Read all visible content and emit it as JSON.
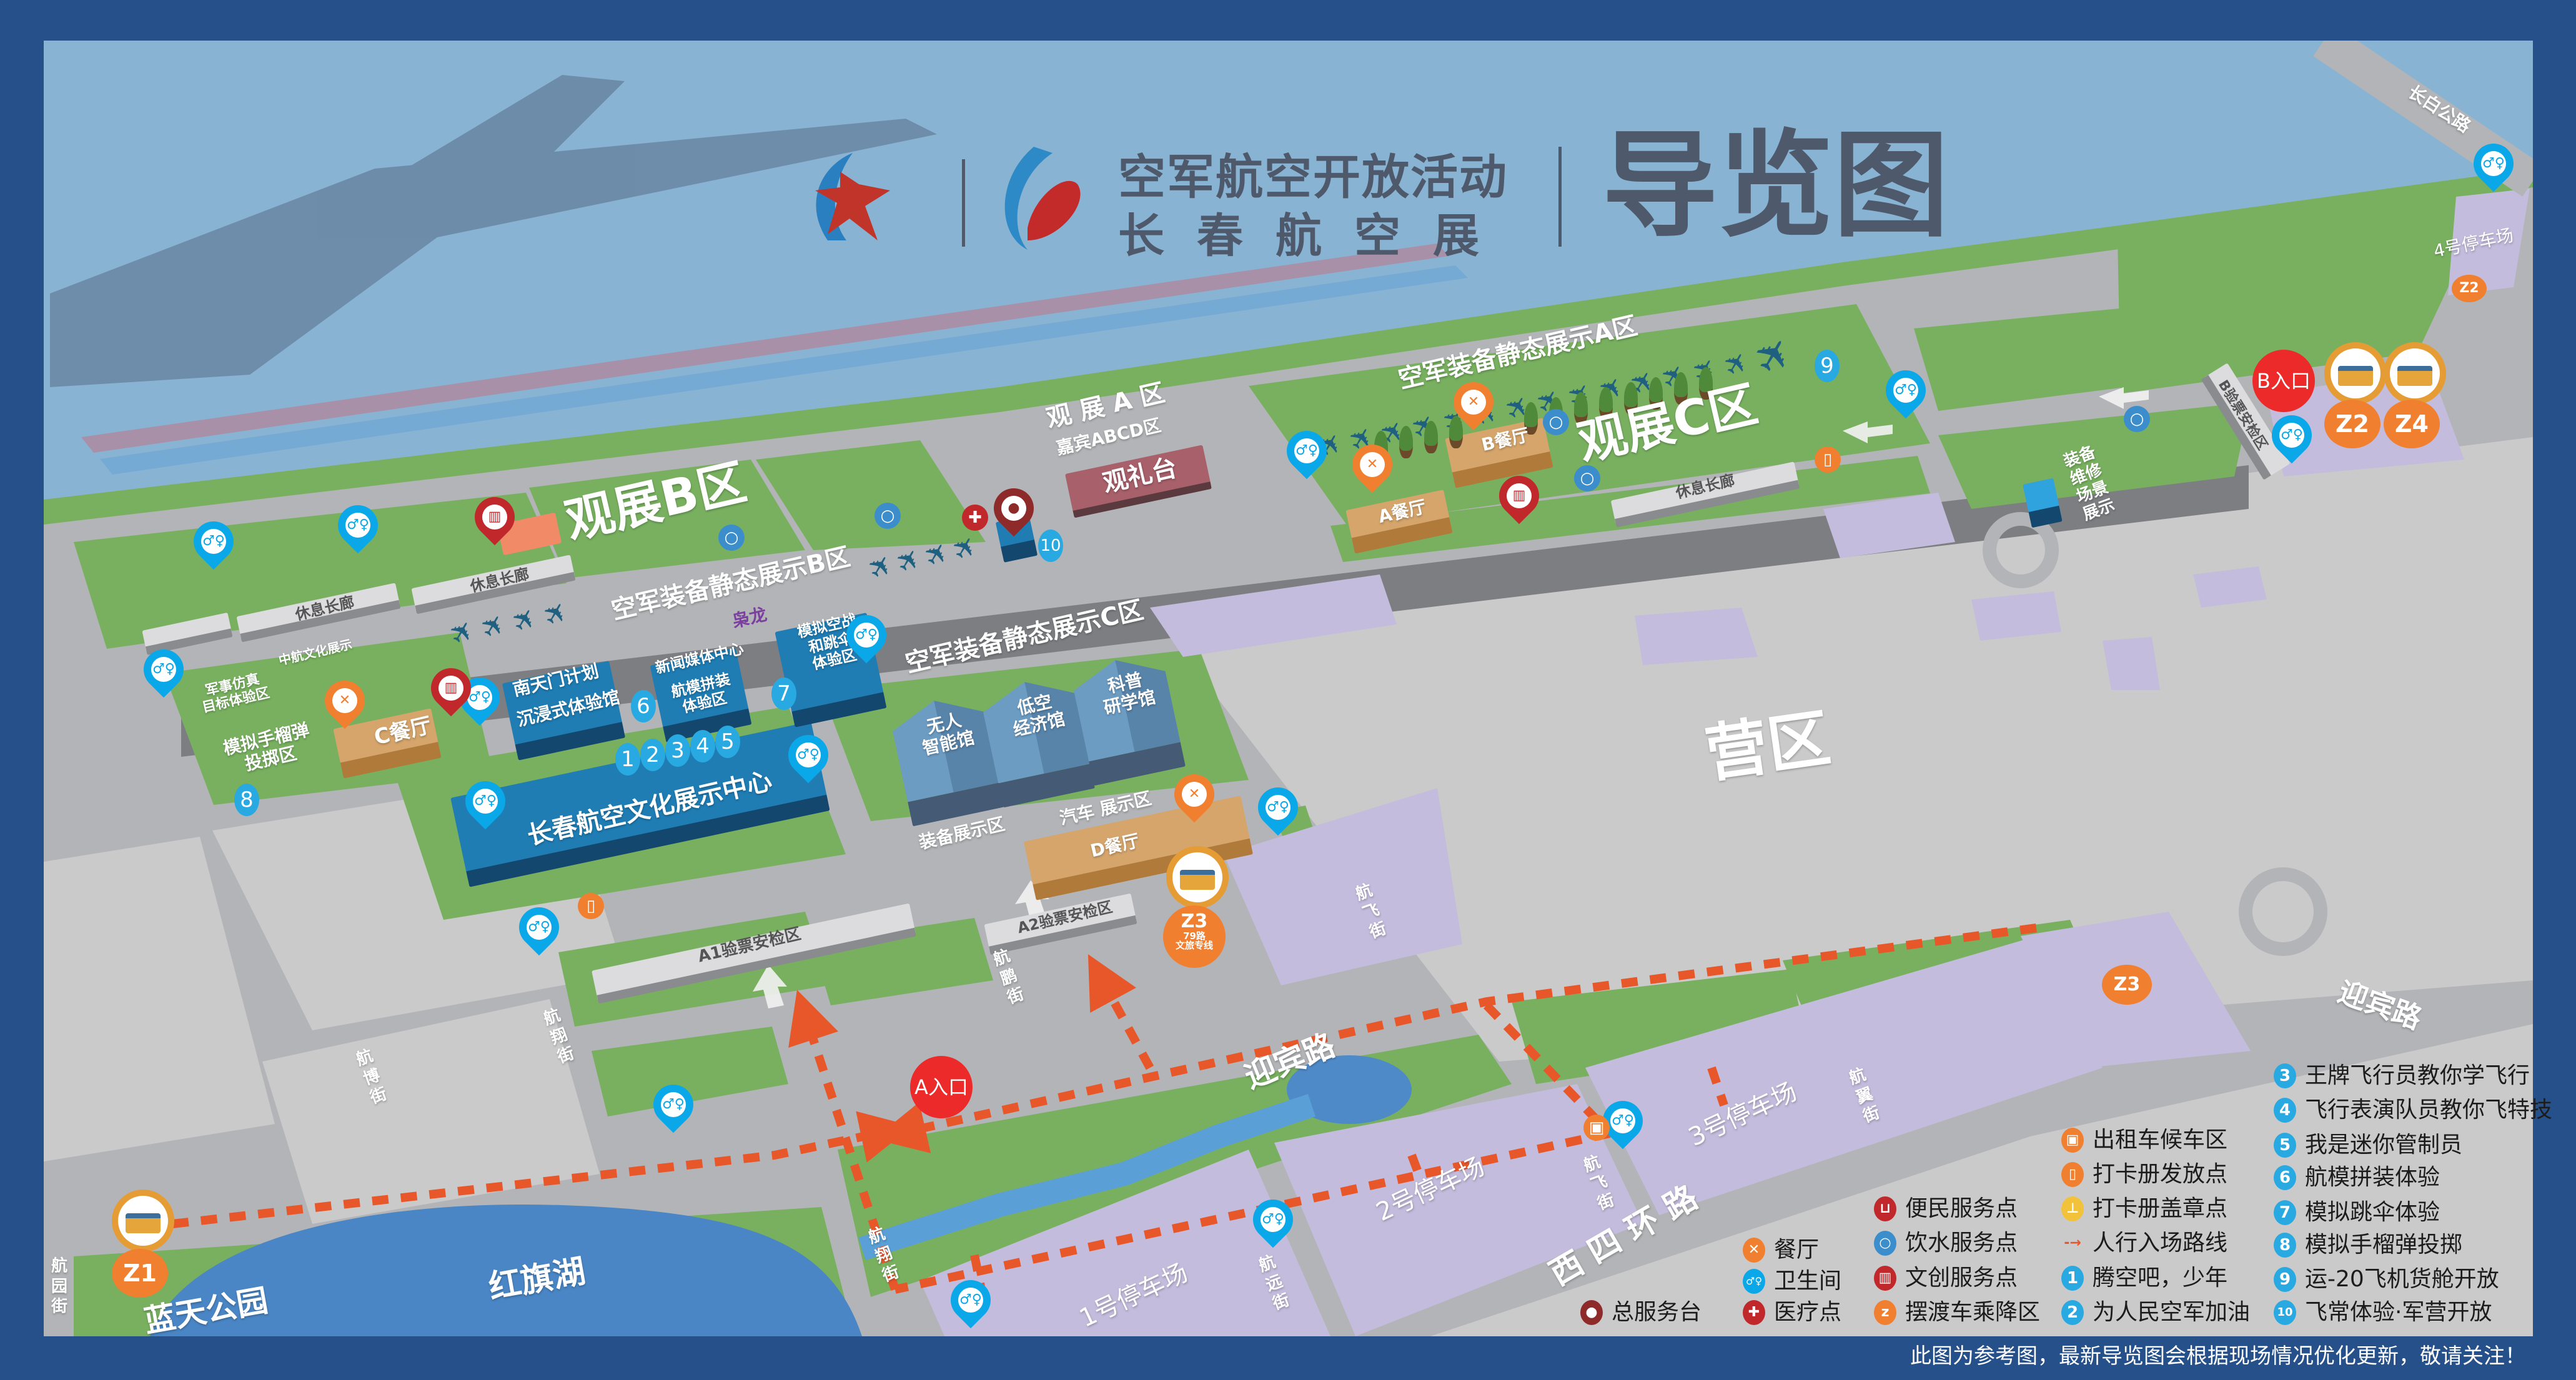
{
  "header": {
    "line1": "空军航空开放活动",
    "line2": "长春航空展",
    "title": "导览图"
  },
  "zones": {
    "view_a": "观 展 A 区",
    "vip": "嘉宾ABCD区",
    "reviewing_stand": "观礼台",
    "view_b": "观展B区",
    "view_c": "观展C区",
    "static_a": "空军装备静态展示A区",
    "static_b": "空军装备静态展示B区",
    "static_c": "空军装备静态展示C区",
    "xiaolong": "枭龙",
    "camp": "营区"
  },
  "buildings": {
    "culture_center": "长春航空文化展示中心",
    "uav": "无人\n智能馆",
    "low_altitude": "低空\n经济馆",
    "science": "科普\n研学馆",
    "nantianmen": "南天门计划",
    "immersive": "沉浸式体验馆",
    "media": "新闻媒体中心",
    "model_assembly": "航模拼装\n体验区",
    "air_combat": "模拟空战\n和跳伞\n体验区",
    "maintenance": "装备\n维修\n场景\n展示"
  },
  "facilities": {
    "rest_corridor": "休息长廊",
    "restaurant_a": "A餐厅",
    "restaurant_b": "B餐厅",
    "restaurant_c": "C餐厅",
    "restaurant_d": "D餐厅",
    "equip_display": "装备展示区",
    "car_display": "汽车 展示区",
    "checkpoint_a1": "A1验票安检区",
    "checkpoint_a2": "A2验票安检区",
    "checkpoint_b": "B验票安检区",
    "simulation_target": "军事仿真\n目标体验区",
    "avic_culture": "中航文化展示",
    "grenade": "模拟手榴弹\n投掷区"
  },
  "roads": {
    "yingbin": "迎宾路",
    "xisihuan": "西 四 环 路",
    "changbai": "长白公路",
    "hangbo": "航\n博\n街",
    "hangxiang": "航\n翔\n街",
    "hangpeng": "航\n鹏\n街",
    "hangfei": "航\n飞\n街",
    "hangyi": "航\n翼\n街",
    "hangyuan_far": "航\n远\n街",
    "hangyuan": "航\n园\n街"
  },
  "places": {
    "lake": "红旗湖",
    "park": "蓝天公园",
    "parking": [
      "1号停车场",
      "2号停车场",
      "3号停车场",
      "4号停车场"
    ]
  },
  "entrances": {
    "a": "A入口",
    "b": "B入口"
  },
  "shuttle": {
    "z1": "Z1",
    "z2": "Z2",
    "z3": "Z3",
    "z4": "Z4",
    "z3_note": "79路\n文旅专线"
  },
  "activity_markers": [
    "1",
    "2",
    "3",
    "4",
    "5",
    "6",
    "7",
    "8",
    "9",
    "10"
  ],
  "legend": {
    "service_desk": "总服务台",
    "restaurant": "餐厅",
    "restroom": "卫生间",
    "medical": "医疗点",
    "convenience": "便民服务点",
    "water": "饮水服务点",
    "cultural": "文创服务点",
    "shuttle": "摆渡车乘降区",
    "taxi": "出租车候车区",
    "passport_issue": "打卡册发放点",
    "passport_stamp": "打卡册盖章点",
    "route": "人行入场路线",
    "activities": [
      {
        "num": "1",
        "label": "腾空吧，少年"
      },
      {
        "num": "2",
        "label": "为人民空军加油"
      },
      {
        "num": "3",
        "label": "王牌飞行员教你学飞行"
      },
      {
        "num": "4",
        "label": "飞行表演队员教你飞特技"
      },
      {
        "num": "5",
        "label": "我是迷你管制员"
      },
      {
        "num": "6",
        "label": "航模拼装体验"
      },
      {
        "num": "7",
        "label": "模拟跳伞体验"
      },
      {
        "num": "8",
        "label": "模拟手榴弹投掷"
      },
      {
        "num": "9",
        "label": "运-20飞机货舱开放"
      },
      {
        "num": "10",
        "label": "飞常体验·军营开放"
      }
    ]
  },
  "footer_note": "此图为参考图，最新导览图会根据现场情况优化更新，敬请关注！",
  "colors": {
    "frame": "#25508a",
    "sky": "#89b3d3",
    "grass": "#78b060",
    "parking": "#c3bcdc",
    "road": "#b3b4b7",
    "restroom_pin": "#0aa8e8",
    "restaurant_pin": "#f07f30",
    "entrance": "#ec2a2a",
    "route": "#e8572a"
  }
}
